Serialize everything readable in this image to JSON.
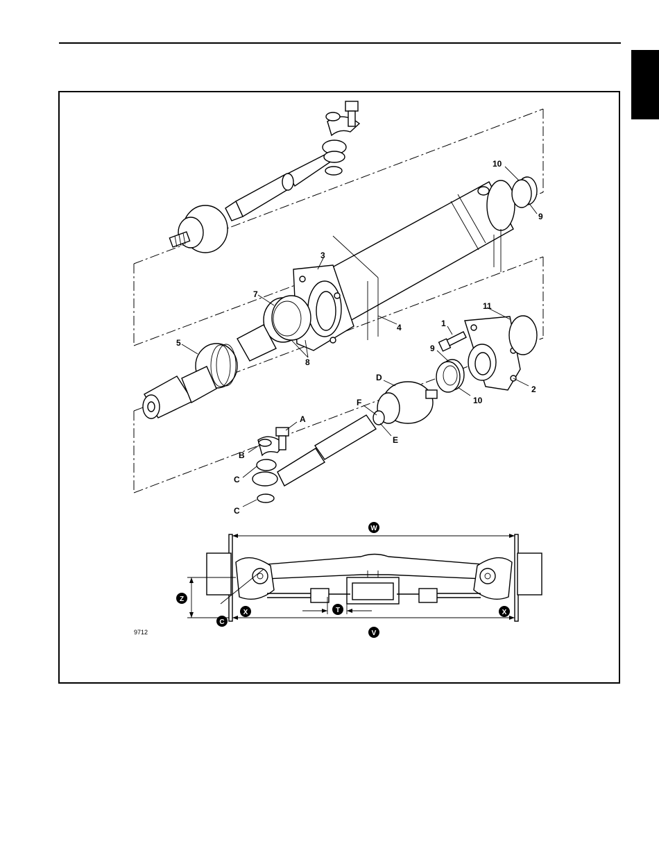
{
  "figure": {
    "figure_id": "9712",
    "part_callouts": [
      {
        "id": "c1",
        "text": "1"
      },
      {
        "id": "c2",
        "text": "2"
      },
      {
        "id": "c3",
        "text": "3"
      },
      {
        "id": "c4",
        "text": "4"
      },
      {
        "id": "c5",
        "text": "5"
      },
      {
        "id": "c7",
        "text": "7"
      },
      {
        "id": "c8",
        "text": "8"
      },
      {
        "id": "c9a",
        "text": "9"
      },
      {
        "id": "c9b",
        "text": "9"
      },
      {
        "id": "c10a",
        "text": "10"
      },
      {
        "id": "c10b",
        "text": "10"
      },
      {
        "id": "c11",
        "text": "11"
      },
      {
        "id": "cA",
        "text": "A"
      },
      {
        "id": "cB",
        "text": "B"
      },
      {
        "id": "cC1",
        "text": "C"
      },
      {
        "id": "cC2",
        "text": "C"
      },
      {
        "id": "cD",
        "text": "D"
      },
      {
        "id": "cE",
        "text": "E"
      },
      {
        "id": "cF",
        "text": "F"
      }
    ],
    "dimension_callouts": [
      {
        "id": "dW",
        "text": "W"
      },
      {
        "id": "dV",
        "text": "V"
      },
      {
        "id": "dT",
        "text": "T"
      },
      {
        "id": "dZ",
        "text": "Z"
      },
      {
        "id": "dC",
        "text": "C"
      },
      {
        "id": "dX1",
        "text": "X"
      },
      {
        "id": "dX2",
        "text": "X"
      }
    ]
  }
}
